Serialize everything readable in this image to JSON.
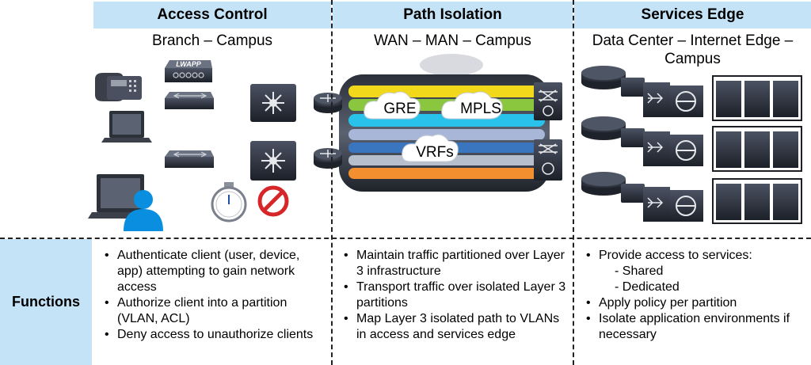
{
  "columns": [
    {
      "header": "Access Control",
      "subtitle": "Branch – Campus"
    },
    {
      "header": "Path Isolation",
      "subtitle": "WAN – MAN – Campus"
    },
    {
      "header": "Services Edge",
      "subtitle_line1": "Data Center – Internet Edge –",
      "subtitle_line2": "Campus"
    }
  ],
  "labels": {
    "lwapp": "LWAPP",
    "gre": "GRE",
    "mpls": "MPLS",
    "vrfs": "VRFs"
  },
  "functions": {
    "title": "Functions",
    "access": [
      "Authenticate client (user, device, app) attempting to gain network access",
      "Authorize client into a partition (VLAN, ACL)",
      "Deny access to unauthorize clients"
    ],
    "path": [
      "Maintain traffic partitioned over Layer 3 infrastructure",
      "Transport traffic over isolated Layer 3 partitions",
      "Map Layer 3 isolated path to VLANs in access and services edge"
    ],
    "services": {
      "b1": "Provide access to services:",
      "s1": "- Shared",
      "s2": "- Dedicated",
      "b2": "Apply policy per partition",
      "b3": "Isolate application environments if necessary"
    }
  }
}
